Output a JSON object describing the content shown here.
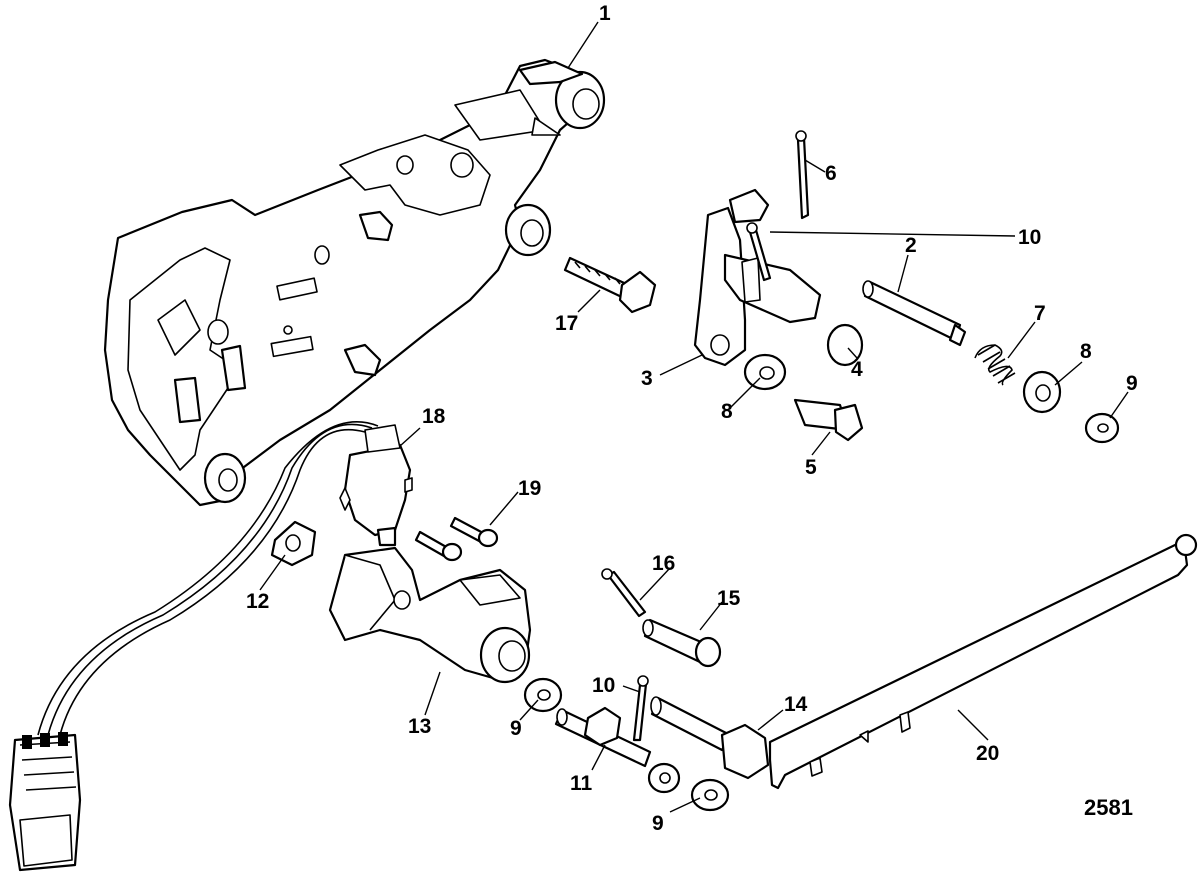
{
  "figure_number": "2581",
  "callouts": [
    {
      "label": "1"
    },
    {
      "label": "2"
    },
    {
      "label": "3"
    },
    {
      "label": "4"
    },
    {
      "label": "5"
    },
    {
      "label": "6"
    },
    {
      "label": "7"
    },
    {
      "label": "8"
    },
    {
      "label": "8"
    },
    {
      "label": "9"
    },
    {
      "label": "9"
    },
    {
      "label": "9"
    },
    {
      "label": "10"
    },
    {
      "label": "10"
    },
    {
      "label": "11"
    },
    {
      "label": "12"
    },
    {
      "label": "13"
    },
    {
      "label": "14"
    },
    {
      "label": "15"
    },
    {
      "label": "16"
    },
    {
      "label": "17"
    },
    {
      "label": "18"
    },
    {
      "label": "19"
    },
    {
      "label": "20"
    }
  ]
}
